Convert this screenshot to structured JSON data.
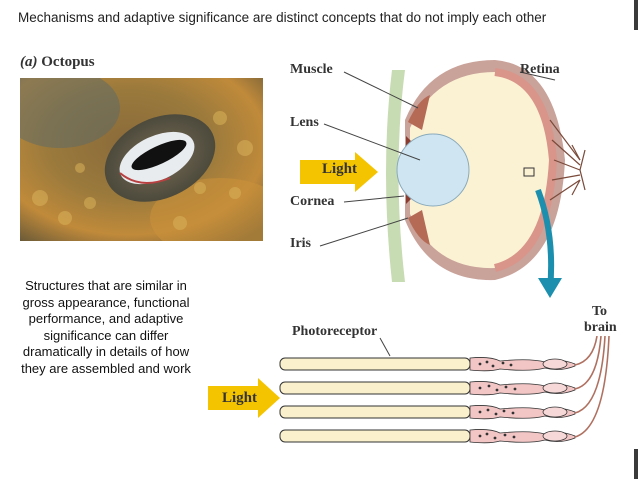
{
  "slide": {
    "title": "Mechanisms and adaptive significance are distinct concepts that do not imply each other",
    "caption": "Structures that are similar in gross appearance, functional performance, and adaptive significance can differ  dramatically in details of how they are assembled and work"
  },
  "panel": {
    "letter": "(a)",
    "name": "Octopus"
  },
  "eye_labels": {
    "muscle": "Muscle",
    "retina": "Retina",
    "lens": "Lens",
    "light": "Light",
    "cornea": "Cornea",
    "iris": "Iris"
  },
  "receptor_labels": {
    "photoreceptor": "Photoreceptor",
    "to_brain_1": "To",
    "to_brain_2": "brain",
    "light": "Light"
  },
  "colors": {
    "arrow_yellow": "#f5c400",
    "teal_arrow": "#1c8fae",
    "lens_blue": "#cfe6f2",
    "eye_cream": "#fbf2d4",
    "retina_pink": "#d9958a"
  }
}
